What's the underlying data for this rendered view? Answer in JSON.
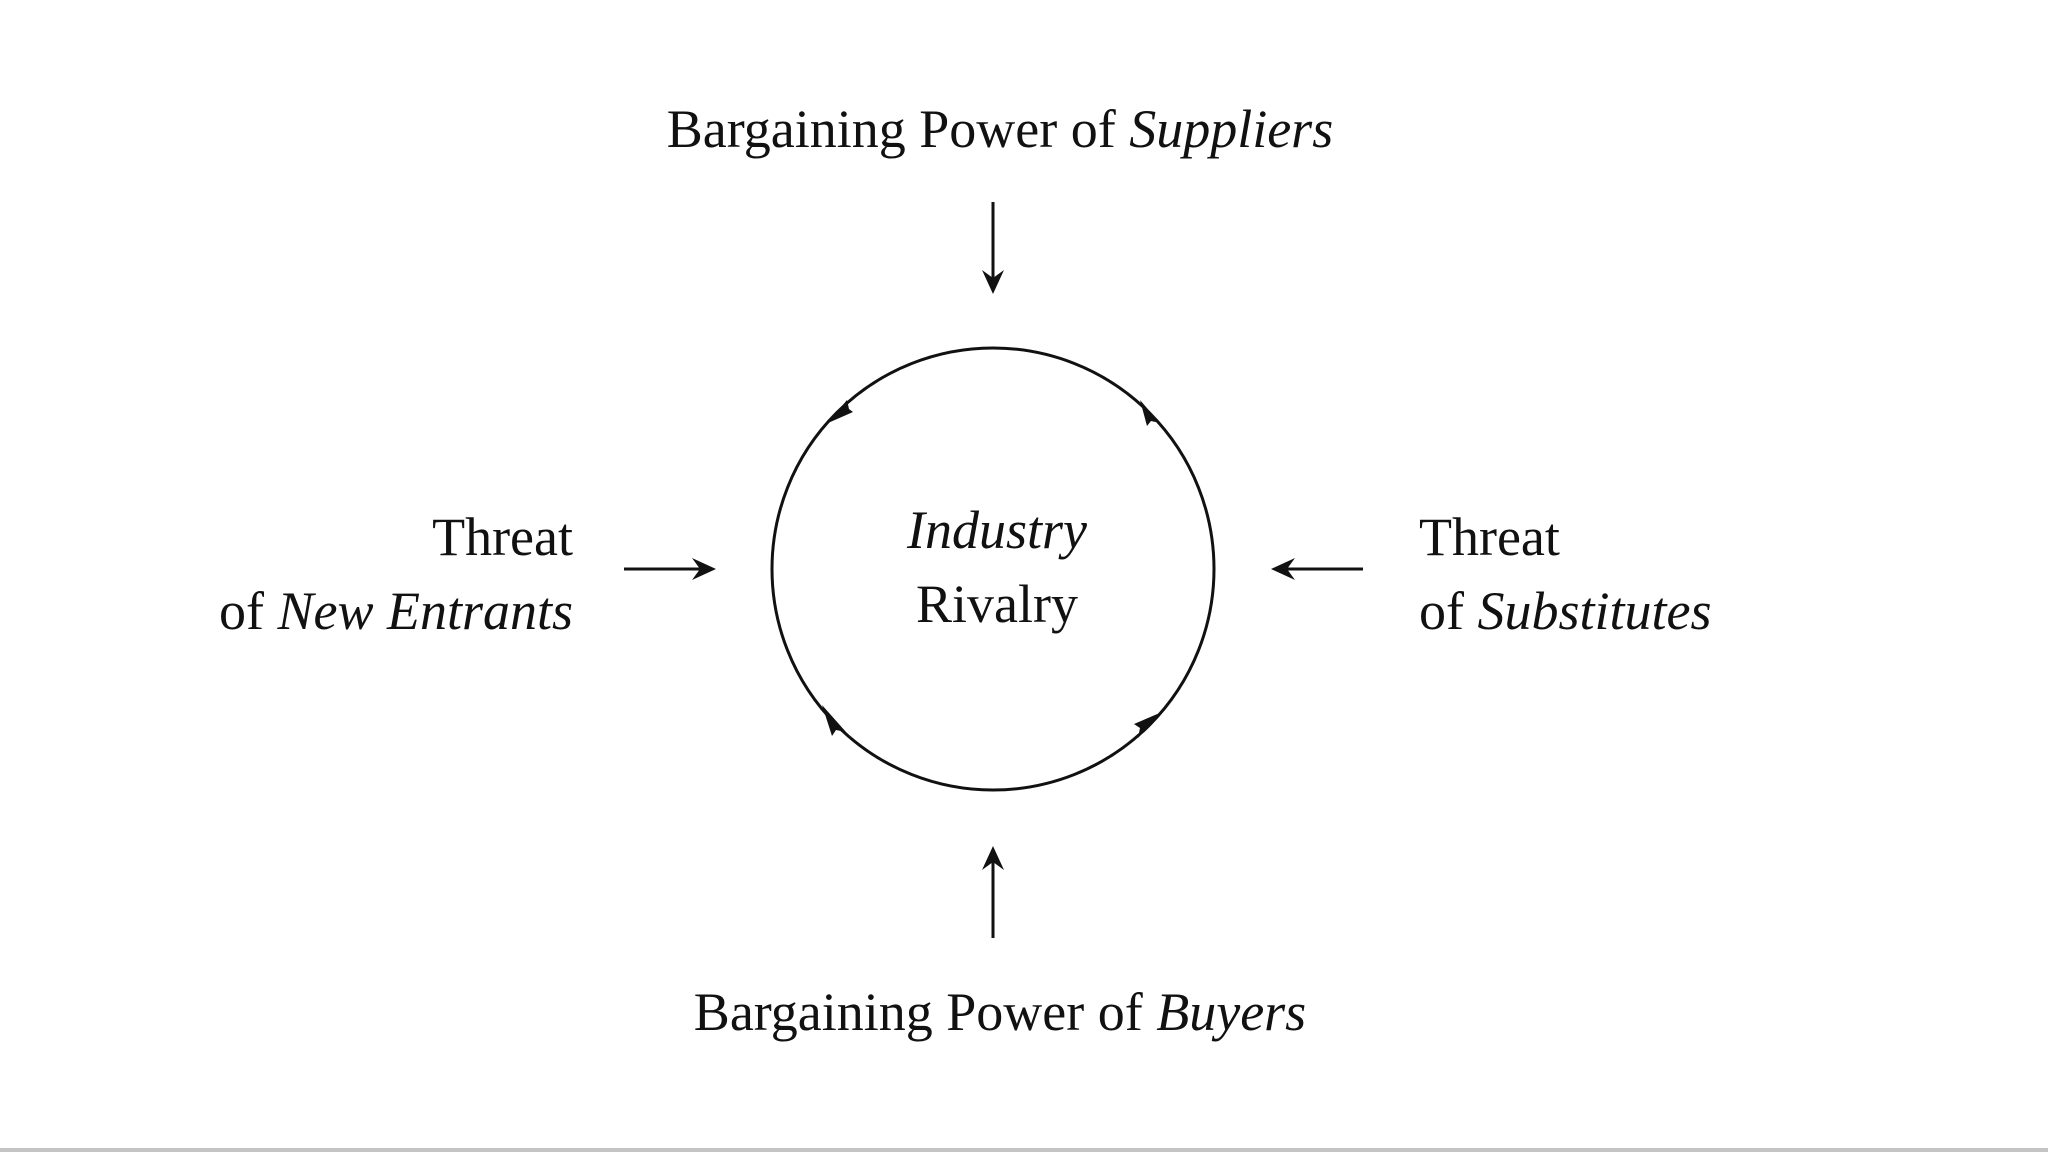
{
  "top": {
    "prefix": "Bargaining Power of ",
    "emphasis": "Suppliers"
  },
  "bottom": {
    "prefix": "Bargaining Power of ",
    "emphasis": "Buyers"
  },
  "left": {
    "line1": "Threat",
    "line2_prefix": "of ",
    "line2_emphasis": "New Entrants"
  },
  "right": {
    "line1": "Threat",
    "line2_prefix": "of ",
    "line2_emphasis": "Substitutes"
  },
  "center": {
    "line1": "Industry",
    "line2": "Rivalry"
  }
}
